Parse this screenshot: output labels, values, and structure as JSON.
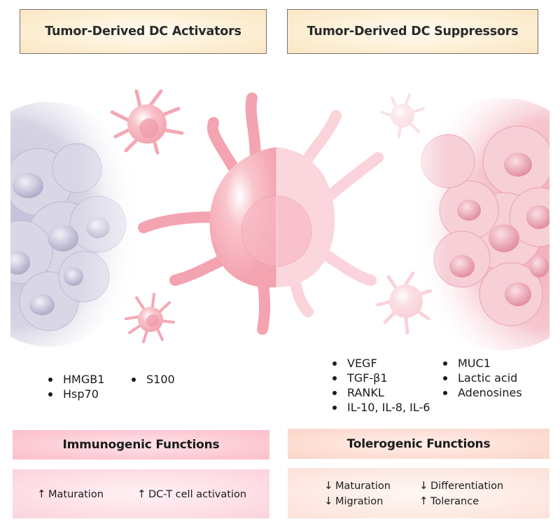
{
  "headers": {
    "left": "Tumor-Derived DC Activators",
    "right": "Tumor-Derived DC Suppressors"
  },
  "illustration": {
    "left_tumor": "tumor-cell-cluster (lavender/grey)",
    "center": "dendritic-cell (half activated / half suppressed)",
    "right_tumor": "tumor-cell-cluster (pink)",
    "small_cells": "dendritic-cells",
    "colors": {
      "left_tumor": "#c9c7dc",
      "dc_pink": "#f4a3b0",
      "dc_pale": "#fbd8de",
      "right_tumor": "#f2b4c0"
    }
  },
  "activators": {
    "col1": [
      "HMGB1",
      "Hsp70"
    ],
    "col2": [
      "S100"
    ]
  },
  "suppressors": {
    "col1": [
      "VEGF",
      "TGF-β1",
      "RANKL",
      "IL-10, IL-8, IL-6"
    ],
    "col2": [
      "MUC1",
      "Lactic acid",
      "Adenosines"
    ]
  },
  "immunogenic": {
    "title": "Immunogenic Functions",
    "items": [
      {
        "arrow": "↑",
        "label": "Maturation"
      },
      {
        "arrow": "↑",
        "label": "DC-T cell activation"
      }
    ]
  },
  "tolerogenic": {
    "title": "Tolerogenic Functions",
    "items": [
      {
        "arrow": "↓",
        "label": "Maturation"
      },
      {
        "arrow": "↓",
        "label": "Migration"
      },
      {
        "arrow": "↓",
        "label": "Differentiation"
      },
      {
        "arrow": "↑",
        "label": "Tolerance"
      }
    ]
  }
}
